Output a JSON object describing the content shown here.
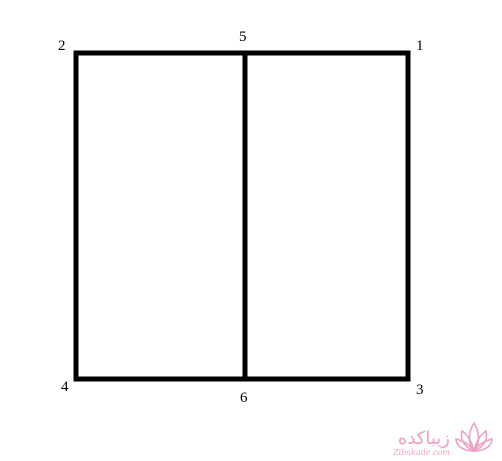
{
  "vertices": {
    "v1": "1",
    "v2": "2",
    "v3": "3",
    "v4": "4",
    "v5": "5",
    "v6": "6"
  },
  "colors": {
    "stroke": "#000000",
    "background": "#ffffff",
    "watermark": "#e88ab4"
  },
  "watermark": {
    "fa_text": "زیباکده",
    "en_text": "Zibakade.com",
    "icon": "lotus-icon"
  }
}
